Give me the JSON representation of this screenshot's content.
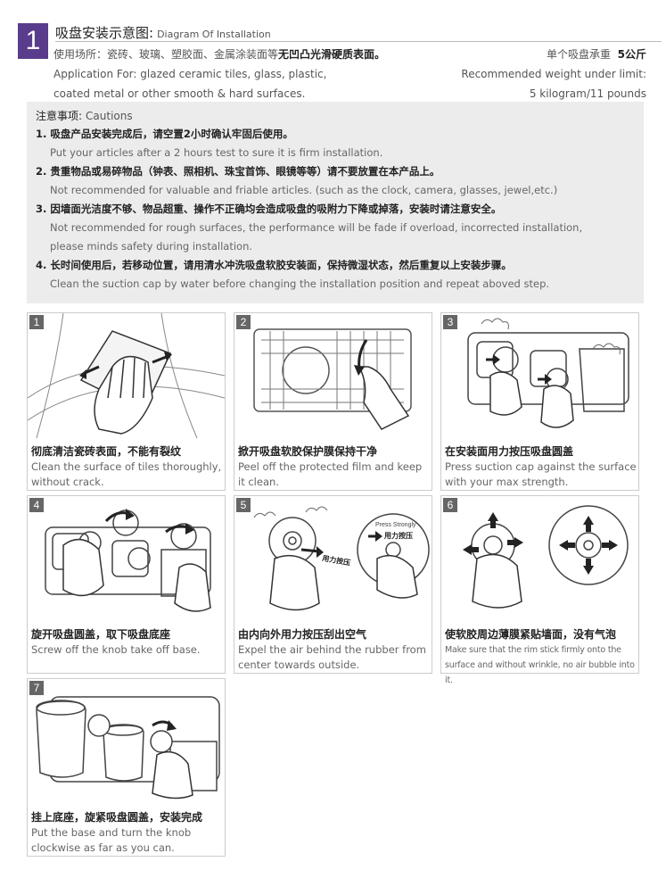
{
  "header": {
    "step": "1",
    "title_zh": "吸盘安装示意图:",
    "title_en": "Diagram Of Installation",
    "usage_zh_prefix": "使用场所：瓷砖、玻璃、塑胶面、金属涂装面等",
    "usage_zh_bold": "无凹凸光滑硬质表面。",
    "usage_en_line1": "Application For: glazed ceramic tiles, glass, plastic,",
    "usage_en_line2": "coated metal or other smooth & hard surfaces.",
    "weight_zh": "单个吸盘承重",
    "weight_zh_value": "5公斤",
    "weight_en_line1": "Recommended weight under limit:",
    "weight_en_line2": "5 kilogram/11 pounds"
  },
  "cautions": {
    "head_zh": "注意事项:",
    "head_en": "Cautions",
    "items": [
      {
        "zh": "1. 吸盘产品安装完成后，请空置2小时确认牢固后使用。",
        "en": "Put your articles after a 2 hours test to sure it is firm installation."
      },
      {
        "zh": "2. 贵重物品或易碎物品（钟表、照相机、珠宝首饰、眼镜等等）请不要放置在本产品上。",
        "en": "Not recommended for valuable and friable articles. (such as the clock, camera, glasses, jewel,etc.)"
      },
      {
        "zh": "3. 因墙面光洁度不够、物品超重、操作不正确均会造成吸盘的吸附力下降或掉落，安装时请注意安全。",
        "en": "Not recommended for rough surfaces, the performance will be fade if overload, incorrected installation,",
        "en2": "please minds safety during installation."
      },
      {
        "zh": "4. 长时间使用后，若移动位置，请用清水冲洗吸盘软胶安装面，保持微湿状态，然后重复以上安装步骤。",
        "en": "Clean the suction cap by water before changing the installation position and repeat aboved step."
      }
    ]
  },
  "steps": [
    {
      "num": "1",
      "zh": "彻底清洁瓷砖表面，不能有裂纹",
      "en": "Clean the surface of tiles thoroughly, without crack."
    },
    {
      "num": "2",
      "zh": "掀开吸盘软胶保护膜保持干净",
      "en": "Peel off the protected film and keep it clean."
    },
    {
      "num": "3",
      "zh": "在安装面用力按压吸盘圆盖",
      "en": "Press suction cap against the surface with your max strength."
    },
    {
      "num": "4",
      "zh": "旋开吸盘圆盖，取下吸盘底座",
      "en": "Screw off the knob take off base."
    },
    {
      "num": "5",
      "zh": "由内向外用力按压刮出空气",
      "en": "Expel the air behind the rubber from center towards outside.",
      "label_en": "Press Strongly",
      "label_zh": "用力按压",
      "label_zh2": "用力按压"
    },
    {
      "num": "6",
      "zh": "使软胶周边薄膜紧贴墙面，没有气泡",
      "en": "Make sure that the rim stick firmly onto the surface and without wrinkle, no air bubble into it."
    },
    {
      "num": "7",
      "zh": "挂上底座，旋紧吸盘圆盖，安装完成",
      "en": "Put the base and turn the knob clockwise as far as you can."
    }
  ]
}
